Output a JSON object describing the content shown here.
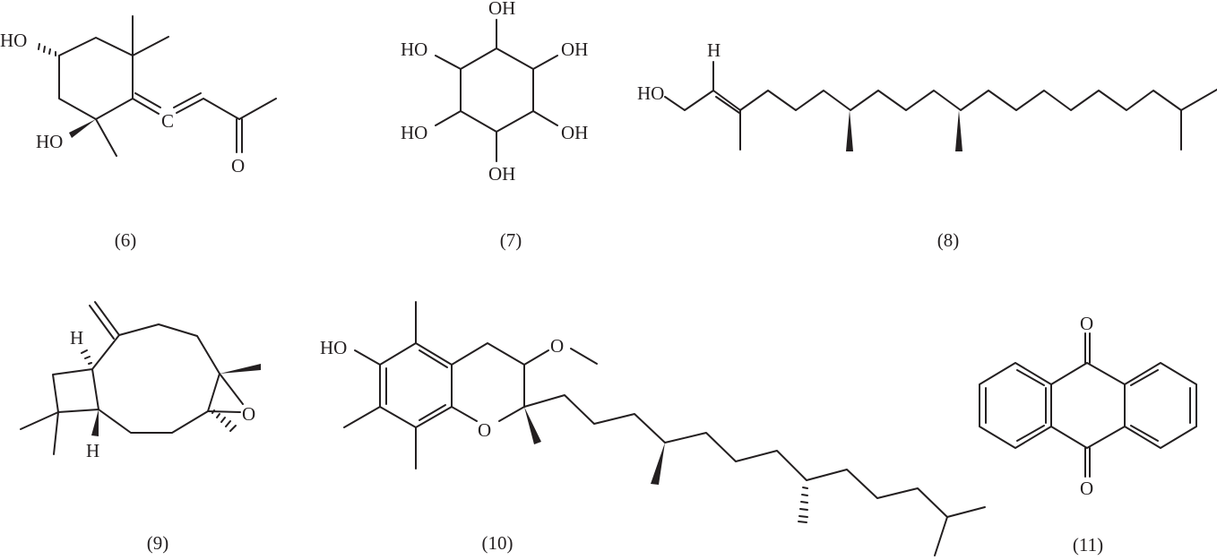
{
  "figure": {
    "compounds": [
      {
        "id": "6",
        "caption": "(6)",
        "atom_labels": {
          "ho_top": "HO",
          "ho_bottom": "HO",
          "c_allene": "C",
          "o_ketone": "O"
        }
      },
      {
        "id": "7",
        "caption": "(7)",
        "atom_labels": {
          "oh_top": "OH",
          "ho_ul": "HO",
          "oh_ur": "OH",
          "ho_ll": "HO",
          "oh_lr": "OH",
          "oh_bottom": "OH"
        }
      },
      {
        "id": "8",
        "caption": "(8)",
        "atom_labels": {
          "ho": "HO",
          "h": "H"
        }
      },
      {
        "id": "9",
        "caption": "(9)",
        "atom_labels": {
          "h_top": "H",
          "h_bottom": "H",
          "o_epoxide": "O"
        }
      },
      {
        "id": "10",
        "caption": "(10)",
        "atom_labels": {
          "ho": "HO",
          "o_methoxy": "O",
          "o_ring": "O"
        }
      },
      {
        "id": "11",
        "caption": "(11)",
        "atom_labels": {
          "o_top": "O",
          "o_bottom": "O"
        }
      }
    ],
    "colors": {
      "ink": "#231f20",
      "background": "#ffffff"
    }
  }
}
